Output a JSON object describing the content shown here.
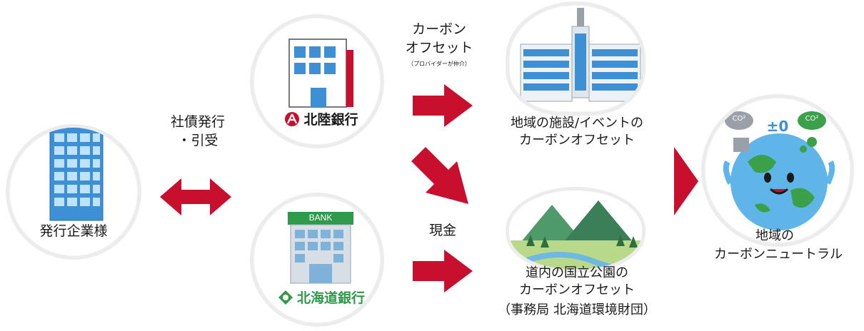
{
  "issuer": {
    "label": "発行企業様"
  },
  "bond": {
    "line1": "社債発行",
    "line2": "・引受"
  },
  "hokuriku": {
    "name": "北陸銀行"
  },
  "hokkaido": {
    "name": "北海道銀行",
    "sign": "BANK"
  },
  "offset_flow": {
    "line1": "カーボン",
    "line2": "オフセット",
    "note": "（プロバイダーが仲介）"
  },
  "cash_flow": {
    "label": "現金"
  },
  "regional": {
    "line1": "地域の施設/イベントの",
    "line2": "カーボンオフセット"
  },
  "park": {
    "line1": "道内の国立公園の",
    "line2": "カーボンオフセット",
    "line3": "（事務局 北海道環境財団）"
  },
  "neutral": {
    "line1": "地域の",
    "line2": "カーボンニュートラル",
    "badge": "±0",
    "co2_left": "CO²",
    "co2_right": "CO²"
  },
  "colors": {
    "arrow": "#c8102e",
    "hokuriku_logo": "#c8102e",
    "hokkaido_logo": "#2f9a4a",
    "building_blue": "#3d8fd6"
  }
}
